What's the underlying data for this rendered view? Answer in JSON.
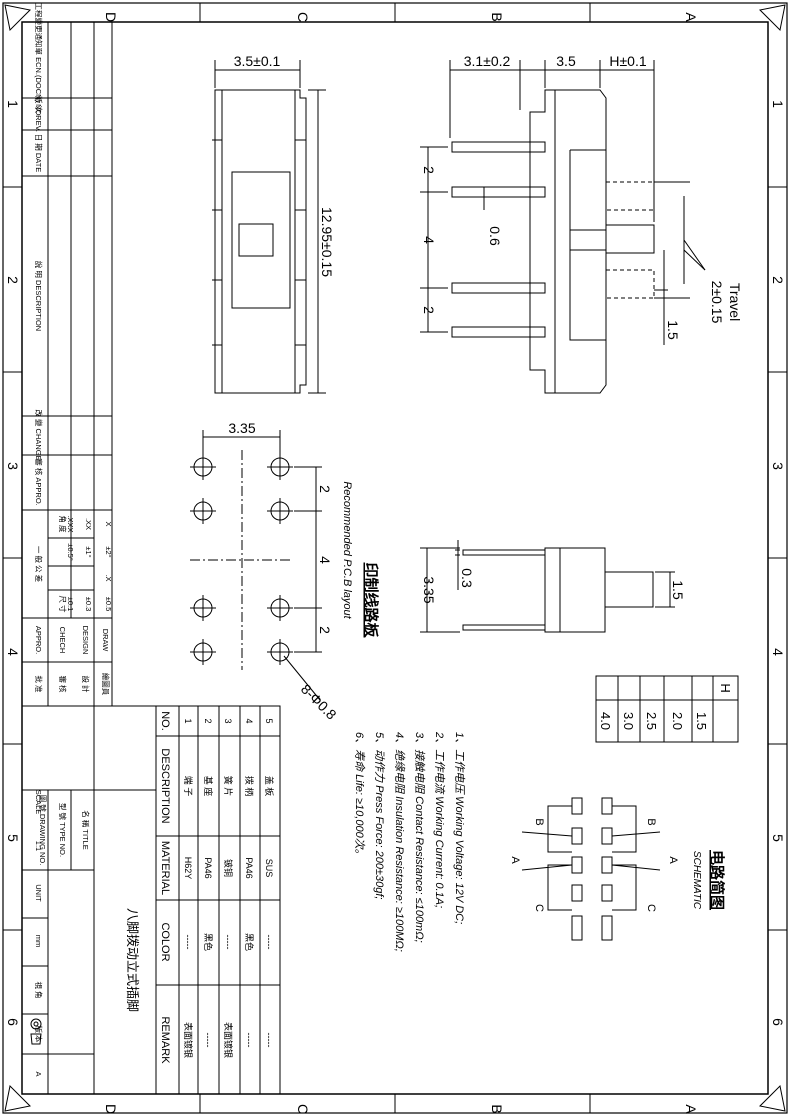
{
  "zones_letters": [
    "D",
    "C",
    "B",
    "A"
  ],
  "zones_numbers": [
    "1",
    "2",
    "3",
    "4",
    "5",
    "6"
  ],
  "side_block": {
    "ecn": "工程變更通知單 ECN.(DOCN) NO.",
    "rev": "版 次 REV.",
    "date": "日 期 DATE",
    "description": "說 明 DESCRIPTION",
    "change": "改 變 CHANGE",
    "approve": "審 核 APPRO.",
    "tol_x": "X",
    "tol_xx": ".XX",
    "tol_xxx": ".XXX",
    "tol_angle_label": "角 度",
    "tol_size_label": "尺 寸",
    "tol_general": "一 般 公 差",
    "tol_a1": "±2°",
    "tol_a2": "±1°",
    "tol_a3": "±0.5°",
    "tol_s_x": ".X",
    "tol_s1": "±0.5",
    "tol_s2": "±0.3",
    "tol_s3": "±0.1",
    "draw": "DRAW",
    "draw_cn": "繪圖員",
    "design": "DESIGN",
    "design_cn": "設 計",
    "check": "CHECH",
    "check_cn": "審 核",
    "appro": "APPRO.",
    "appro_cn": "批 准",
    "name_label": "名 稱 TITLE",
    "type_label": "型 號 TYPE NO.",
    "drawing_label": "圖 號 DRAWING NO.",
    "scale_label": "SCALE",
    "scale_value": "1:1",
    "unit_label": "UNIT",
    "unit_value": "mm",
    "view_label": "視 角",
    "version_label": "版 本",
    "version_value": "A",
    "product_title": "八脚拨动立式插脚"
  },
  "dimensions": {
    "top_width": "3.5±0.1",
    "height": "12.95±0.15",
    "side_a": "3.1±0.2",
    "side_b": "3.5",
    "side_c": "H±0.1",
    "pin_pitch_a": "2",
    "pin_pitch_b": "4",
    "pin_pitch_c": "2",
    "pin_width": "0.6",
    "travel_label": "Travel",
    "travel_value": "2±0.15",
    "handle": "1.5",
    "pcb_pitch": "3.35",
    "pcb_rows_a": "2",
    "pcb_rows_b": "4",
    "pcb_rows_c": "2",
    "pcb_holes": "8-Φ0.8",
    "pcb_title_en": "Recommended P.C.B layout",
    "pcb_title_cn": "印制线路板",
    "bottom_width": "3.35",
    "bottom_pin": "0.3",
    "bottom_handle": "1.5"
  },
  "h_table": {
    "header": "H",
    "values": [
      "1.5",
      "2.0",
      "2.5",
      "3.0",
      "4.0"
    ]
  },
  "specs": [
    "1、工作电压 Working Voltage: 12V DC;",
    "2、工作电流 Working Current: 0.1A;",
    "3、接触电阻 Contact Resistance: ≤100mΩ;",
    "4、绝缘电阻 Insulation Resistance: ≥100MΩ;",
    "5、动作力 Press Force: 200±30gf;",
    "6、寿命 Life: ≥10,000次。"
  ],
  "schematic": {
    "title_cn": "电路简图",
    "title_en": "SCHEMATIC",
    "labels": [
      "B",
      "A",
      "C",
      "B",
      "A",
      "C"
    ]
  },
  "bom": {
    "headers": [
      "NO.",
      "DESCRIPTION",
      "MATERIAL",
      "COLOR",
      "REMARK"
    ],
    "rows": [
      {
        "no": "5",
        "desc": "盖 板",
        "material": "SUS",
        "color": "-----",
        "remark": "-----"
      },
      {
        "no": "4",
        "desc": "拨 柄",
        "material": "PA46",
        "color": "黑色",
        "remark": "-----"
      },
      {
        "no": "3",
        "desc": "簧 片",
        "material": "铍铜",
        "color": "-----",
        "remark": "表面镀银"
      },
      {
        "no": "2",
        "desc": "基 座",
        "material": "PA46",
        "color": "黑色",
        "remark": "-----"
      },
      {
        "no": "1",
        "desc": "端 子",
        "material": "H62Y",
        "color": "-----",
        "remark": "表面镀银"
      }
    ]
  }
}
